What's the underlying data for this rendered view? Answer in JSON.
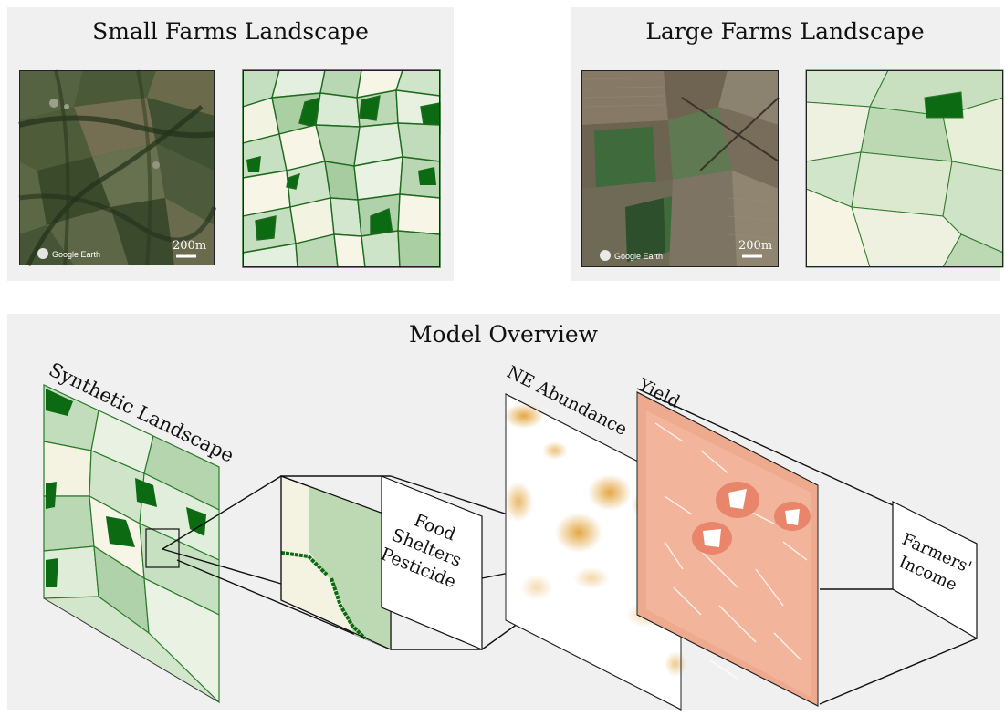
{
  "panels": {
    "small_farms": {
      "title": "Small Farms Landscape",
      "scale_label": "200m",
      "attribution": "Google Earth"
    },
    "large_farms": {
      "title": "Large Farms Landscape",
      "scale_label": "200m",
      "attribution": "Google Earth"
    },
    "model": {
      "title": "Model Overview",
      "synthetic_label": "Synthetic Landscape",
      "ne_label": "NE Abundance",
      "yield_label": "Yield",
      "factors": [
        "Food",
        "Shelters",
        "Pesticide"
      ],
      "income": [
        "Farmers'",
        "Income"
      ]
    }
  },
  "colors": {
    "panel_bg": "#f0f0f0",
    "field_dark": "#0b6a12",
    "field_light": "#f8f4e3",
    "field_mid": "#bcd9b6",
    "ne_orange": "#e0a440",
    "yield_salmon": "#eda58a"
  }
}
